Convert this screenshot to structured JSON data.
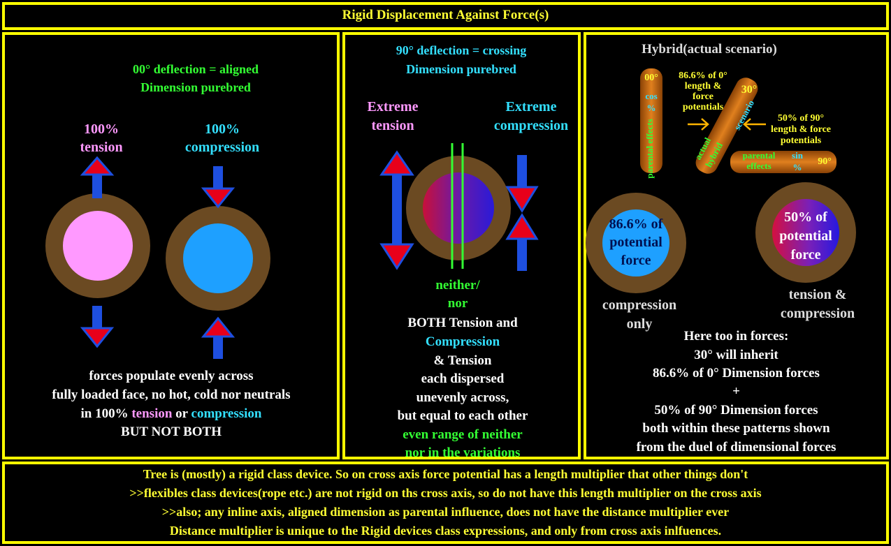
{
  "title": "Rigid Displacement Against Force(s)",
  "left": {
    "deflection": [
      "00° deflection = aligned",
      "Dimension purebred"
    ],
    "tension_label": [
      "100%",
      "tension"
    ],
    "compression_label": [
      "100%",
      "compression"
    ],
    "desc": {
      "l1": "forces populate evenly across",
      "l2": "fully loaded face, no hot, cold nor neutrals",
      "l3a": "in 100% ",
      "l3b": "tension",
      "l3c": " or ",
      "l3d": "compression",
      "l4": "BUT NOT BOTH"
    }
  },
  "middle": {
    "deflection": [
      "90° deflection  = crossing",
      "Dimension purebred"
    ],
    "tension_label": [
      "Extreme",
      "tension"
    ],
    "compression_label": [
      "Extreme",
      "compression"
    ],
    "neither": [
      "neither/",
      "nor"
    ],
    "desc": [
      "BOTH Tension and",
      "Compression",
      "& Tension",
      "each dispersed",
      "unevenly across,",
      "but equal to each other",
      "even range of neither",
      "nor in the variations"
    ]
  },
  "right": {
    "heading": "Hybrid(actual scenario)",
    "rod1": {
      "top": "00°",
      "sub": [
        "cos",
        "%"
      ],
      "side": "parental effects"
    },
    "rod2": {
      "top": "30°",
      "words": [
        "actual",
        "hybrid",
        "scenario"
      ]
    },
    "rod3": {
      "left": "parental effects",
      "sub": [
        "sin",
        "%"
      ],
      "end": "90°"
    },
    "note1": [
      "86.6% of 0°",
      "length &",
      "force",
      "potentials"
    ],
    "note2": [
      "50% of 90°",
      "length & force",
      "potentials"
    ],
    "circle1": [
      "86.6% of",
      "potential",
      "force"
    ],
    "circle2": [
      "50% of",
      "potential",
      "force"
    ],
    "label1": [
      "compression",
      "only"
    ],
    "label2": [
      "tension &",
      "compression"
    ],
    "desc": [
      "Here too in forces:",
      "30° will inherit",
      "86.6% of 0° Dimension forces",
      "+",
      "50%  of 90° Dimension forces",
      "both within these patterns shown",
      "from the duel of dimensional forces"
    ]
  },
  "footer": [
    "Tree is (mostly) a rigid  class device.  So on cross axis force potential has a length multiplier that other things don't",
    ">>flexibles class devices(rope etc.) are not rigid on ths cross axis, so do not have this length multiplier on the cross axis",
    ">>also; any inline axis, aligned dimension as parental influence, does not have the distance multiplier ever",
    "Distance multiplier is unique to the Rigid devices class expressions, and only from cross axis inlfuences."
  ],
  "colors": {
    "frame": "#ffff00",
    "ring": "#6b4a22",
    "tension_fill": "#ff99ff",
    "compression_fill": "#1ea0ff",
    "arrow_shaft": "#1e4fe0",
    "arrow_head": "#e8001a",
    "green": "#33ff33",
    "cyan": "#33e0ff",
    "rod": "#c86a10"
  }
}
